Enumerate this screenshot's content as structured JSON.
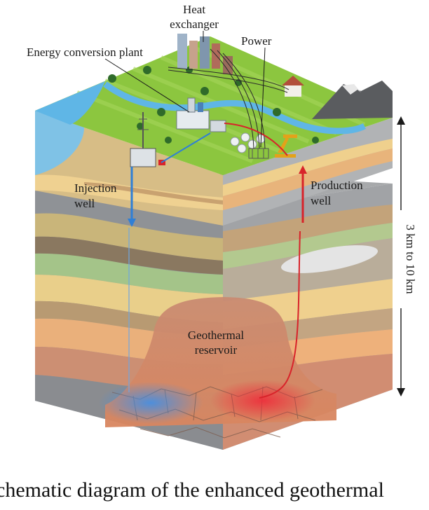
{
  "labels": {
    "heat_exchanger_line1": "Heat",
    "heat_exchanger_line2": "exchanger",
    "energy_conversion_plant": "Energy conversion plant",
    "power": "Power",
    "injection_well_line1": "Injection",
    "injection_well_line2": "well",
    "production_well_line1": "Production",
    "production_well_line2": "well",
    "depth": "3 km to 10 km",
    "reservoir_line1": "Geothermal",
    "reservoir_line2": "reservoir"
  },
  "caption": "chematic diagram of the enhanced geothermal",
  "colors": {
    "injection": "#2f7fd6",
    "production": "#d8232a",
    "grass": "#8cc63f",
    "water": "#5fb6e6",
    "reservoir": "#d88a6a"
  }
}
